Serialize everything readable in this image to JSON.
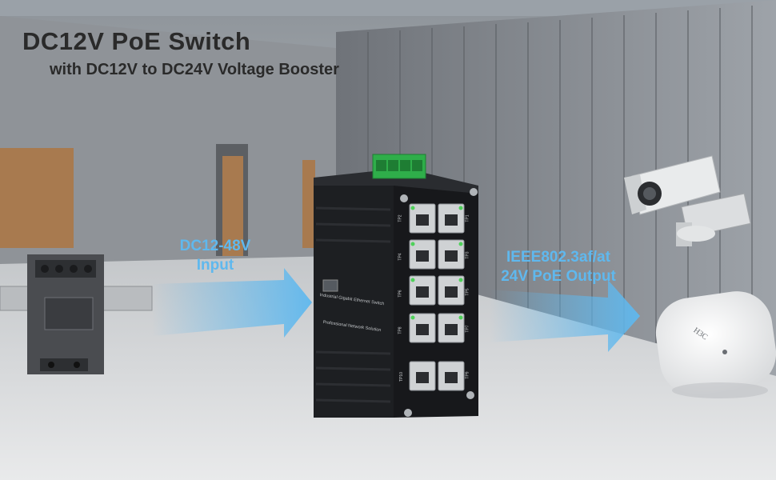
{
  "headline": {
    "title": "DC12V PoE Switch",
    "subtitle": "with DC12V to DC24V Voltage Booster"
  },
  "input_label": {
    "line1": "DC12-48V",
    "line2": "Input"
  },
  "output_label": {
    "line1": "IEEE802.3af/at",
    "line2": "24V PoE Output"
  },
  "switch": {
    "front_text_1": "Industrial Gigabit Ethernet Switch",
    "front_text_2": "Professional Network Solution",
    "port_labels_left": [
      "TP2",
      "TP4",
      "TP6",
      "TP8",
      "TP10"
    ],
    "port_labels_right": [
      "TP1",
      "TP3",
      "TP5",
      "TP7",
      "TP9"
    ]
  },
  "access_point": {
    "brand": "H3C"
  },
  "colors": {
    "arrow": "#5fb8ee",
    "title_text": "#2a2a2a",
    "switch_body": "#1d1f22",
    "terminal": "#2fae4a"
  }
}
